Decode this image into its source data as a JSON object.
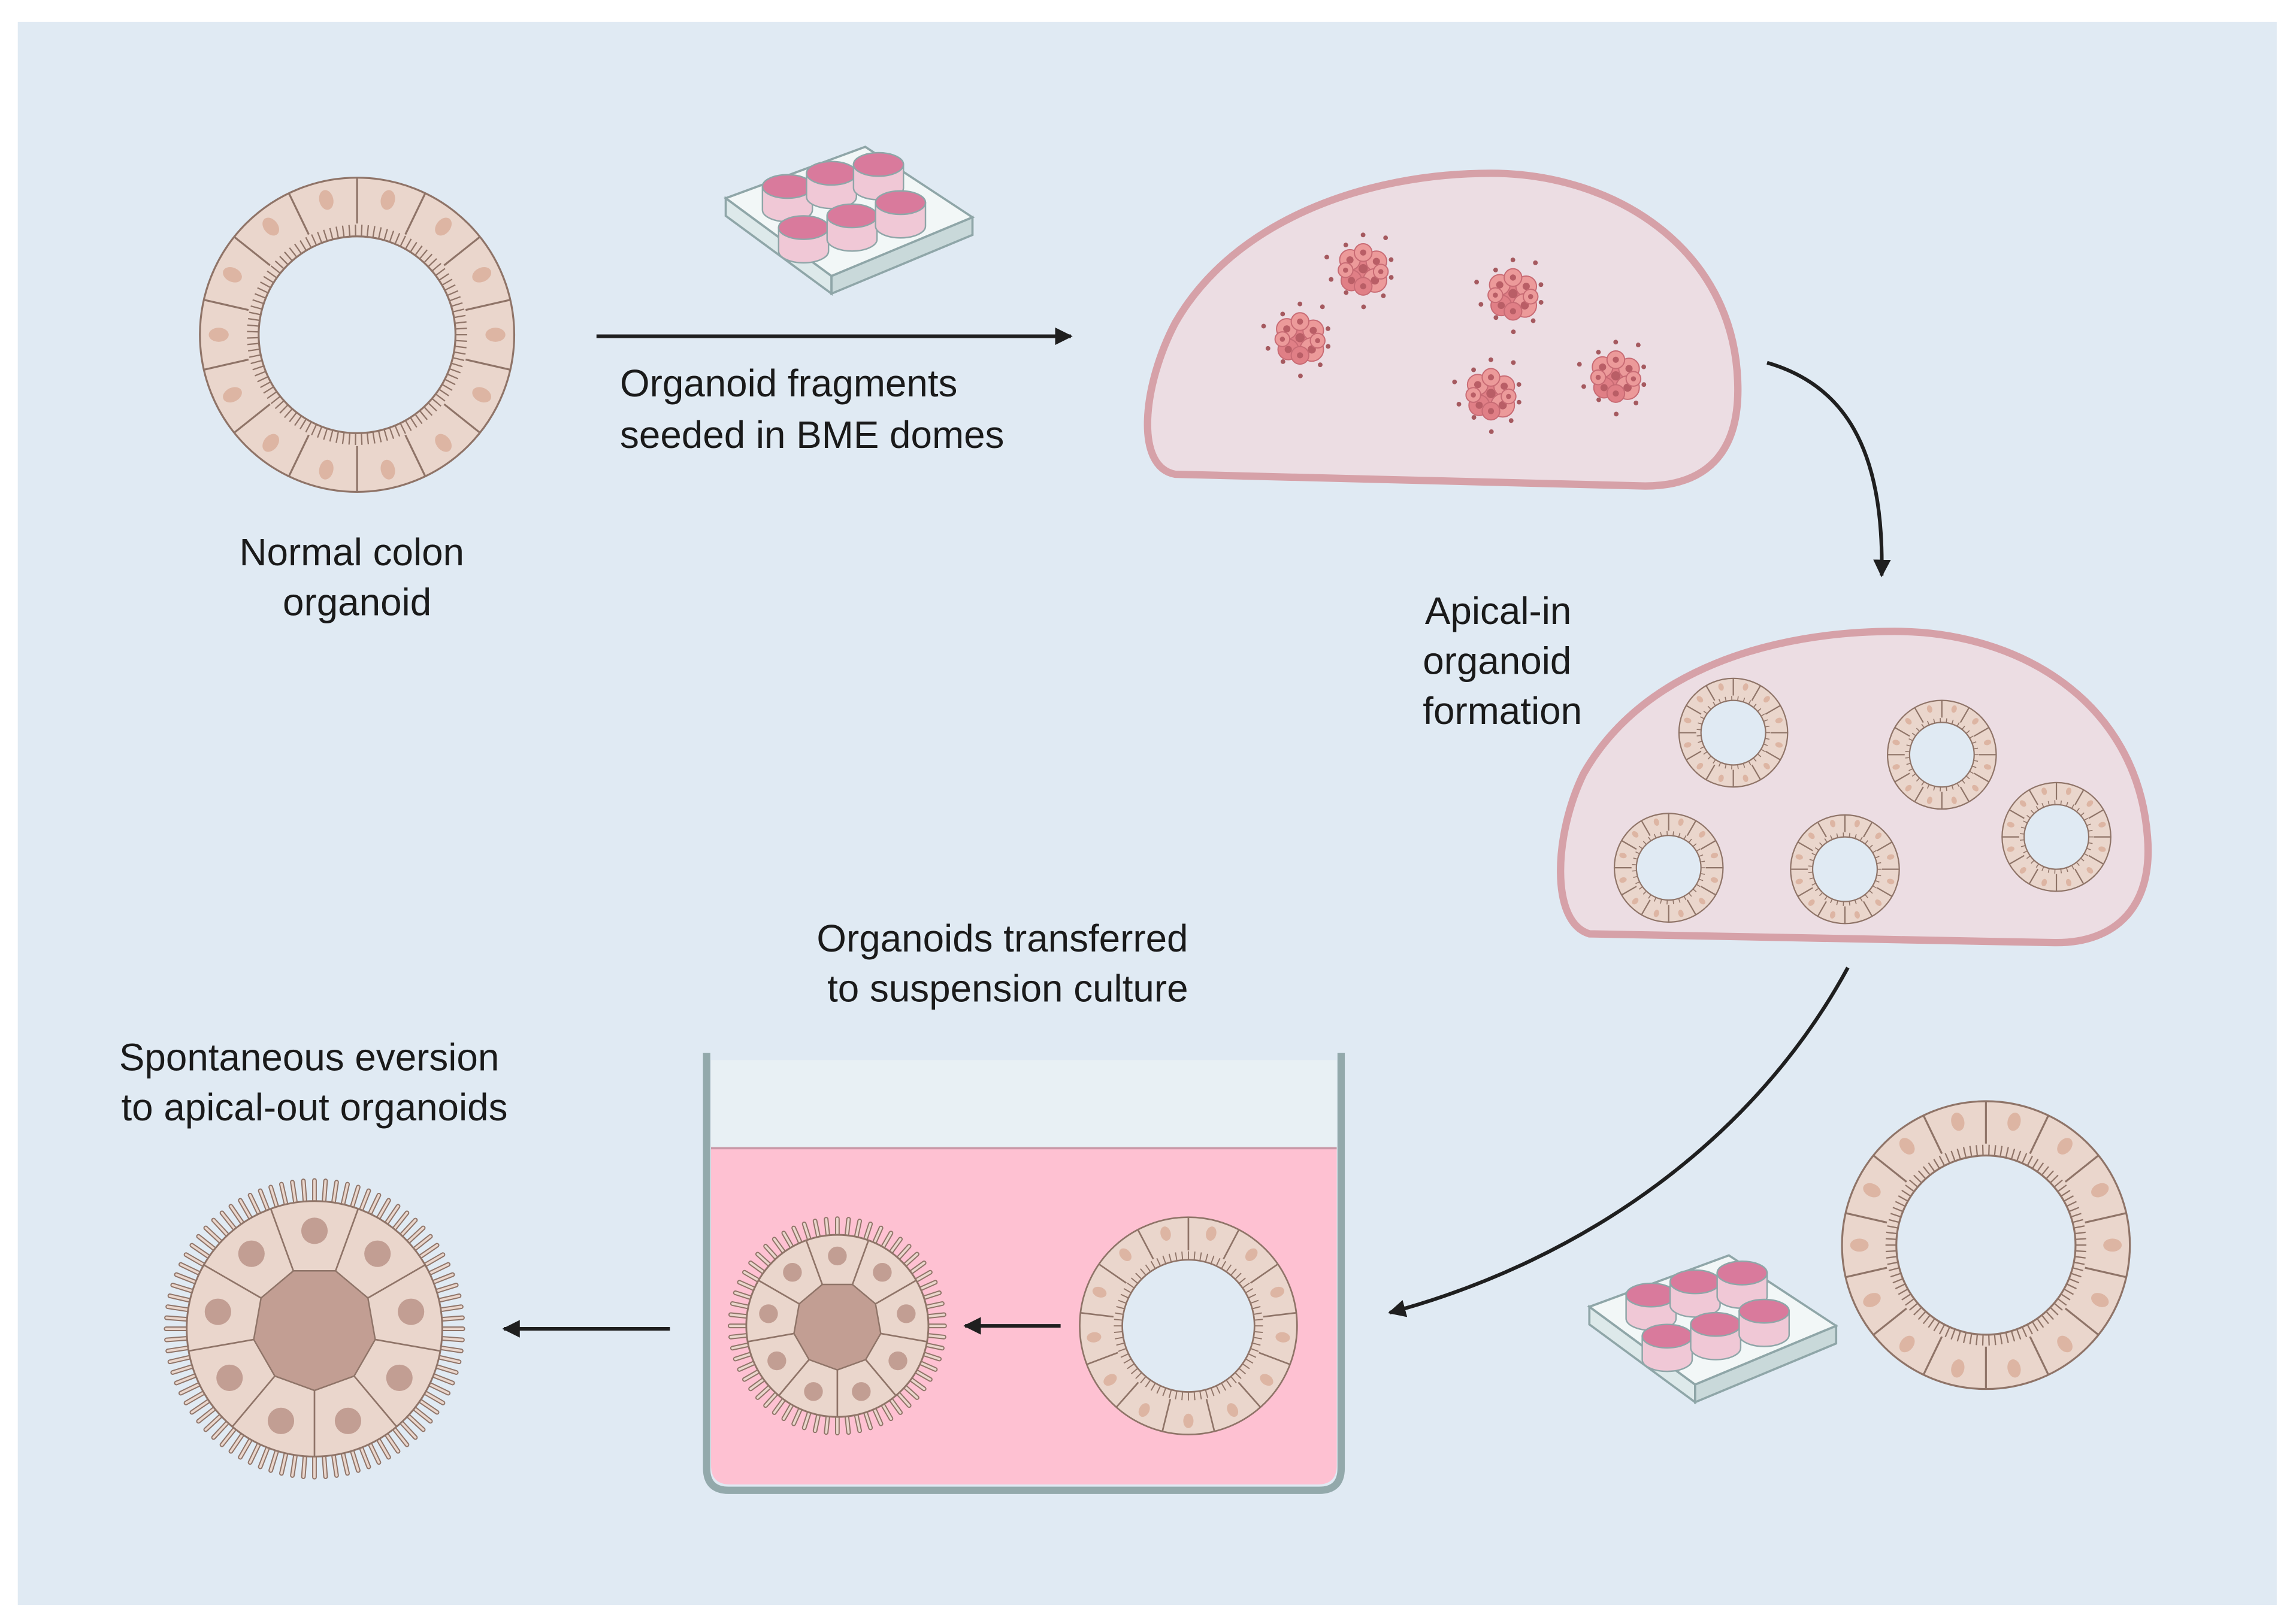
{
  "labels": {
    "normal_organoid": [
      "Normal colon",
      "organoid"
    ],
    "seeding": [
      "Organoid fragments",
      "seeded in BME domes"
    ],
    "apical_in": [
      "Apical-in",
      "organoid",
      "formation"
    ],
    "transfer": [
      "Organoids transferred",
      "to suspension culture"
    ],
    "eversion": [
      "Spontaneous eversion",
      "to apical-out organoids"
    ]
  },
  "colors": {
    "background": "#e0eaf3",
    "cell_fill": "#ead6cc",
    "cell_stroke": "#8f7468",
    "nucleus": "#ddb5a3",
    "nucleus_dark": "#c29e93",
    "dome_fill": "#ecdde3",
    "dome_stroke": "#d6a1a8",
    "medium": "#fec1d2",
    "plate": "#dde9ea",
    "well_medium": "#d97a9c",
    "fragment": "#ec9a9a",
    "arrow": "#1f1f1f"
  },
  "icons": {
    "culture_plate": "six-well-plate-icon",
    "organoid": "organoid-icon"
  }
}
